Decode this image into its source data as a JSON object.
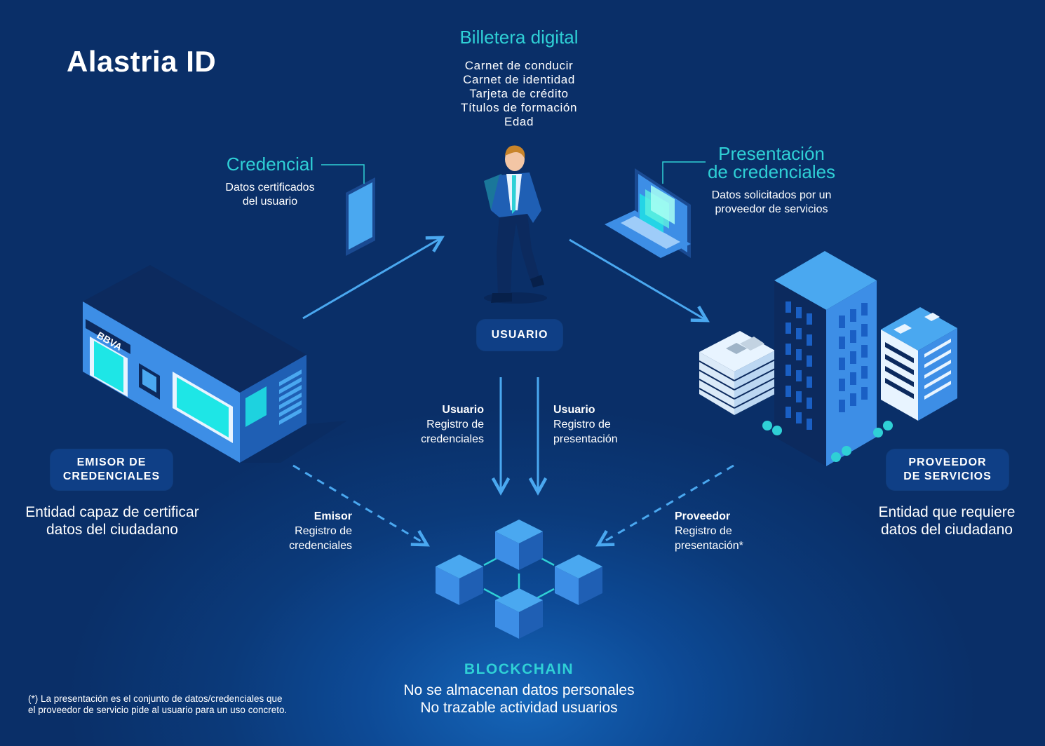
{
  "title": "Alastria ID",
  "wallet": {
    "heading": "Billetera digital",
    "items": [
      "Carnet de conducir",
      "Carnet de identidad",
      "Tarjeta de crédito",
      "Títulos de formación",
      "Edad"
    ]
  },
  "credential": {
    "heading": "Credencial",
    "line1": "Datos certificados",
    "line2": "del usuario"
  },
  "presentation": {
    "heading_line1": "Presentación",
    "heading_line2": "de credenciales",
    "line1": "Datos solicitados por un",
    "line2": "proveedor de servicios"
  },
  "user_pill": "USUARIO",
  "issuer": {
    "bank_sign": "BBVA",
    "pill_line1": "EMISOR DE",
    "pill_line2": "CREDENCIALES",
    "desc_line1": "Entidad capaz de certificar",
    "desc_line2": "datos del ciudadano"
  },
  "provider": {
    "pill_line1": "PROVEEDOR",
    "pill_line2": "DE SERVICIOS",
    "desc_line1": "Entidad que requiere",
    "desc_line2": "datos del ciudadano"
  },
  "arrow_labels": {
    "user_reg": {
      "title": "Usuario",
      "line1": "Registro de",
      "line2": "credenciales"
    },
    "user_pres": {
      "title": "Usuario",
      "line1": "Registro de",
      "line2": "presentación"
    },
    "issuer_reg": {
      "title": "Emisor",
      "line1": "Registro de",
      "line2": "credenciales"
    },
    "provider_pres": {
      "title": "Proveedor",
      "line1": "Registro de",
      "line2": "presentación*"
    }
  },
  "blockchain": {
    "heading": "BLOCKCHAIN",
    "line1": "No se almacenan datos personales",
    "line2": "No trazable actividad usuarios"
  },
  "footnote": {
    "line1": "(*) La presentación es el conjunto de datos/credenciales que",
    "line2": "el proveedor de servicio pide al usuario para un uso concreto."
  },
  "colors": {
    "cyan": "#2fd0d6",
    "arrow": "#4aa8f0",
    "building_face": "#3d8ee6",
    "building_dark": "#0c2a5e"
  }
}
